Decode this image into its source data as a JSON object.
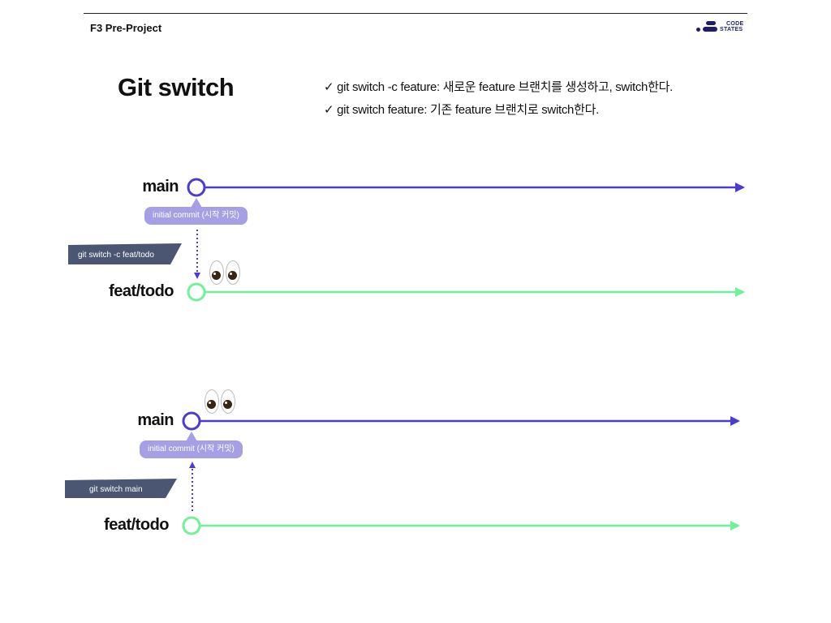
{
  "header": {
    "label": "F3 Pre-Project"
  },
  "logo": {
    "word1": "CODE",
    "word2": "STATES",
    "icon": "codestates-logo-icon",
    "color": "#1f1d70"
  },
  "slide": {
    "title": "Git switch",
    "notes": [
      "✓ git switch -c feature: 새로운 feature 브랜치를 생성하고, switch한다.",
      "✓ git switch feature: 기존 feature 브랜치로 switch한다."
    ]
  },
  "colors": {
    "main": "#4b3bd1",
    "feature": "#6ef29a",
    "commit_tag": "#a79fe6",
    "command_tag": "#4a5672"
  },
  "diagrams": [
    {
      "main_label": "main",
      "feature_label": "feat/todo",
      "commit_tag": "initial commit (시작 커밋)",
      "command": "git switch -c feat/todo",
      "arrow_direction": "down",
      "eyes_on": "feat/todo",
      "eyes_icon": "eyes-emoji-icon"
    },
    {
      "main_label": "main",
      "feature_label": "feat/todo",
      "commit_tag": "initial commit (시작 커밋)",
      "command": "git switch main",
      "arrow_direction": "up",
      "eyes_on": "main",
      "eyes_icon": "eyes-emoji-icon"
    }
  ]
}
